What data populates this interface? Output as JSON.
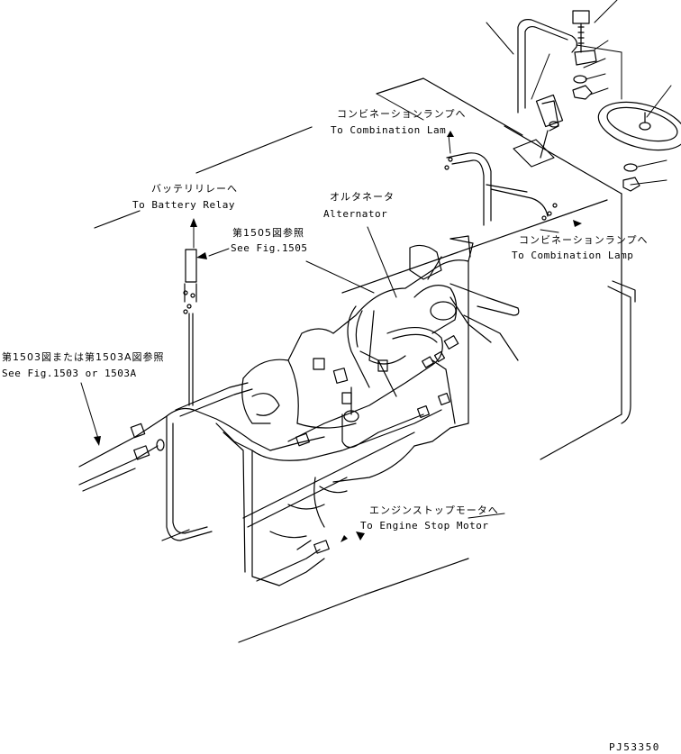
{
  "callouts": {
    "combination_lamp_top": {
      "jp": "コンビネーションランプへ",
      "en": "To Combination Lam"
    },
    "battery_relay": {
      "jp": "バッテリリレーへ",
      "en": "To Battery Relay"
    },
    "alternator": {
      "jp": "オルタネータ",
      "en": "Alternator"
    },
    "fig_1505": {
      "jp": "第1505図参照",
      "en": "See Fig.1505"
    },
    "combination_lamp_right": {
      "jp": "コンビネーションランプへ",
      "en": "To Combination Lamp"
    },
    "fig_1503": {
      "jp": "第1503図または第1503A図参照",
      "en": "See Fig.1503 or 1503A"
    },
    "engine_stop_motor": {
      "jp": "エンジンストップモータへ",
      "en": "To Engine Stop Motor"
    }
  },
  "drawing_code": "PJ53350"
}
